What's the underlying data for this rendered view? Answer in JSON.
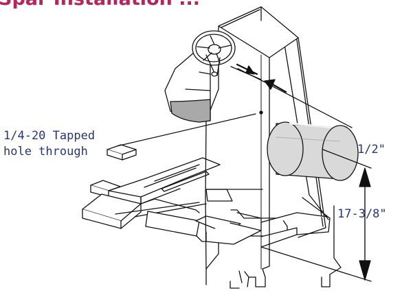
{
  "title": "Spar Installation ...",
  "labels": {
    "hole_line1": "1/4-20 Tapped",
    "hole_line2": "hole through",
    "half_inch": "1/2\"",
    "height": "17-3/8\""
  },
  "colors": {
    "title": "#b5245a",
    "callout_text": "#27357f",
    "line": "#111111",
    "cylinder_fill": "#d9d9d9",
    "shade_fill": "#a9a9a9"
  }
}
